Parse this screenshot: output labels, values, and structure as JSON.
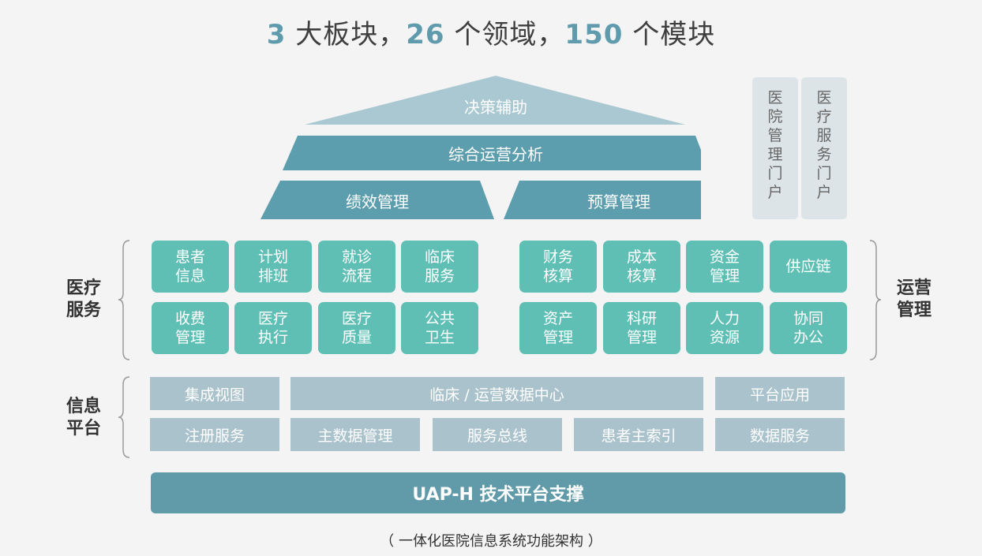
{
  "title": {
    "n1": "3",
    "t1": " 大板块，",
    "n2": "26",
    "t2": " 个领域，",
    "n3": "150",
    "t3": " 个模块"
  },
  "pyramid": {
    "top": "决策辅助",
    "middle": "综合运营分析",
    "left": "绩效管理",
    "right": "预算管理"
  },
  "portals": [
    "医院管理门户",
    "医疗服务门户"
  ],
  "side_labels": {
    "medical": "医疗\n服务",
    "operations": "运营\n管理",
    "info": "信息\n平台"
  },
  "medical_modules": [
    "患者\n信息",
    "计划\n排班",
    "就诊\n流程",
    "临床\n服务",
    "收费\n管理",
    "医疗\n执行",
    "医疗\n质量",
    "公共\n卫生"
  ],
  "operation_modules": [
    "财务\n核算",
    "成本\n核算",
    "资金\n管理",
    "供应链",
    "资产\n管理",
    "科研\n管理",
    "人力\n资源",
    "协同\n办公"
  ],
  "platform_row1": [
    "集成视图",
    "临床 / 运营数据中心",
    "平台应用"
  ],
  "platform_row2": [
    "注册服务",
    "主数据管理",
    "服务总线",
    "患者主索引",
    "数据服务"
  ],
  "foundation": "UAP-H 技术平台支撑",
  "caption": "（ 一体化医院信息系统功能架构 ）",
  "colors": {
    "accent_number": "#5f9bac",
    "roof": "#a9c8d2",
    "band": "#5d9eae",
    "module": "#5fbfb5",
    "platform": "#a9c2cc",
    "foundation": "#619ba9",
    "portal": "#dde4e7"
  }
}
